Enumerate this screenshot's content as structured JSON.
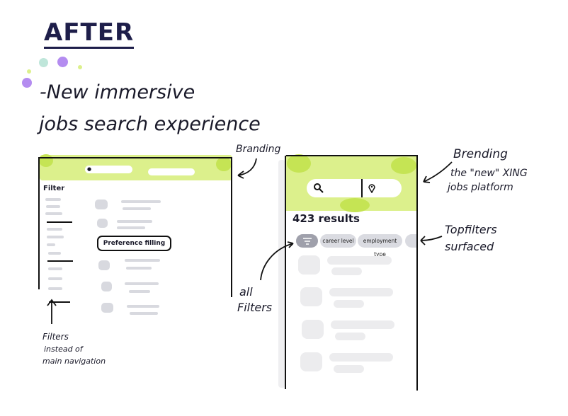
{
  "heading": {
    "title": "AFTER",
    "line1": "-New immersive",
    "line2": "jobs search experience"
  },
  "desktop_sketch": {
    "filter_label": "Filter",
    "preference_label": "Preference filling",
    "branding_note": "Branding",
    "filters_note": [
      "Filters",
      "instead of",
      "main navigation"
    ]
  },
  "mobile_sketch": {
    "results_count": "423 results",
    "chips": [
      "career level",
      "employment type"
    ],
    "branding_note": [
      "Brending",
      "the \"new\" XING",
      "jobs platform"
    ],
    "topfilters_note": [
      "Topfilters",
      "surfaced"
    ],
    "all_filters_note": [
      "all",
      "Filters"
    ]
  },
  "colors": {
    "brand_green": "#dcf08c",
    "brand_green_dark": "#c5e454",
    "ink": "#1a1a2a",
    "purple": "#b48cf0",
    "teal": "#bfe6da"
  }
}
